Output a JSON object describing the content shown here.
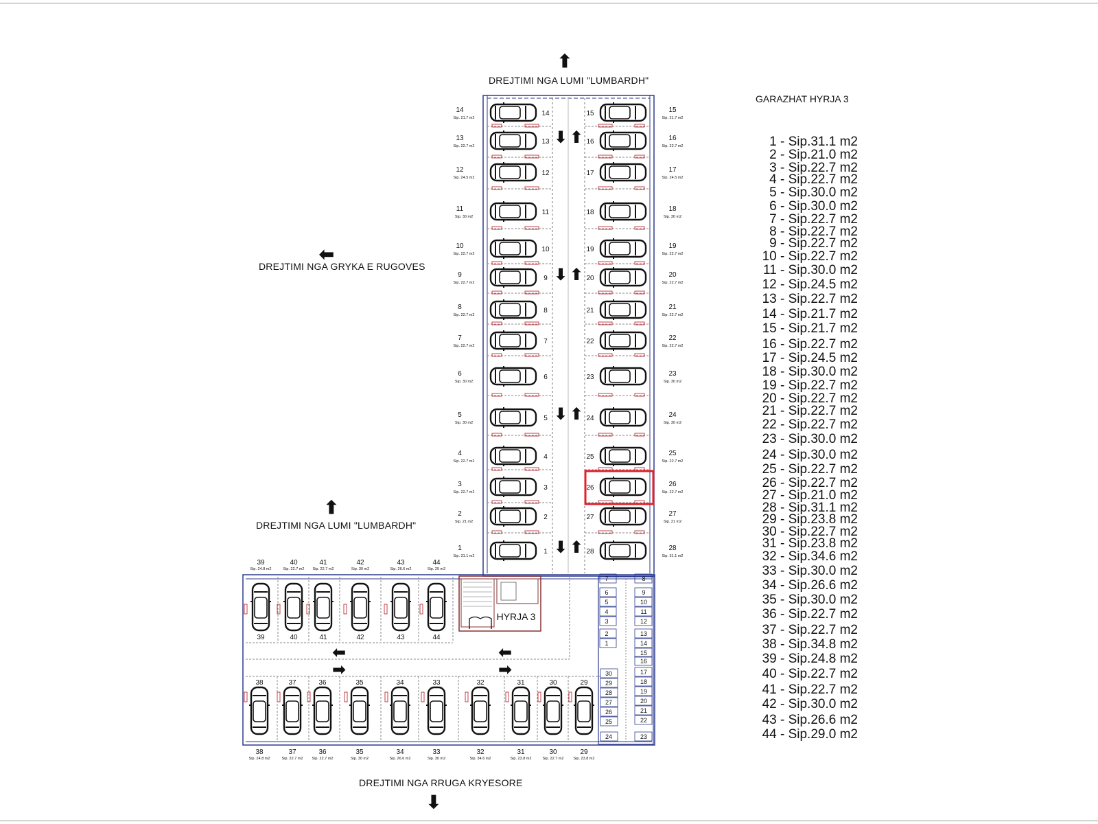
{
  "directions": {
    "top": "DREJTIMI NGA LUMI \"LUMBARDH\"",
    "left_top": "DREJTIMI NGA GRYKA E RUGOVES",
    "left_bottom": "DREJTIMI NGA LUMI \"LUMBARDH\"",
    "bottom": "DREJTIMI NGA RRUGA KRYESORE"
  },
  "entrance_label": "HYRJA 3",
  "legend": {
    "title": "GARAZHAT HYRJA 3",
    "items": [
      "1 - Sip.31.1 m2",
      "2 - Sip.21.0 m2",
      "3 - Sip.22.7 m2",
      "4 - Sip.22.7 m2",
      "5 - Sip.30.0 m2",
      "6 - Sip.30.0 m2",
      "7 - Sip.22.7 m2",
      "8 - Sip.22.7 m2",
      "9 - Sip.22.7 m2",
      "10 - Sip.22.7 m2",
      "11 - Sip.30.0 m2",
      "12 - Sip.24.5 m2",
      "13 - Sip.22.7 m2",
      "14 - Sip.21.7 m2",
      "15 - Sip.21.7 m2",
      "16 - Sip.22.7 m2",
      "17 - Sip.24.5 m2",
      "18 - Sip.30.0 m2",
      "19 - Sip.22.7 m2",
      "20 - Sip.22.7 m2",
      "21 - Sip.22.7 m2",
      "22 - Sip.22.7 m2",
      "23 - Sip.30.0 m2",
      "24 - Sip.30.0 m2",
      "25 - Sip.22.7 m2",
      "26 - Sip.22.7 m2",
      "27 - Sip.21.0 m2",
      "28 - Sip.31.1 m2",
      "29 - Sip.23.8 m2",
      "30 - Sip.22.7 m2",
      "31 - Sip.23.8 m2",
      "32 - Sip.34.6 m2",
      "33 - Sip.30.0 m2",
      "34 - Sip.26.6 m2",
      "35 - Sip.30.0 m2",
      "36 - Sip.22.7 m2",
      "37 - Sip.22.7 m2",
      "38 - Sip.34.8 m2",
      "39 - Sip.24.8 m2",
      "40 - Sip.22.7 m2",
      "41 - Sip.22.7 m2",
      "42 - Sip.30.0 m2",
      "43 - Sip.26.6 m2",
      "44 - Sip.29.0 m2"
    ]
  },
  "left_column": [
    {
      "num": "14",
      "area": "Sip. 21.7 m2"
    },
    {
      "num": "13",
      "area": "Sip. 22.7 m2"
    },
    {
      "num": "12",
      "area": "Sip. 24.5 m2"
    },
    {
      "num": "11",
      "area": "Sip. 30 m2"
    },
    {
      "num": "10",
      "area": "Sip. 22.7 m2"
    },
    {
      "num": "9",
      "area": "Sip. 22.7 m2"
    },
    {
      "num": "8",
      "area": "Sip. 22.7 m2"
    },
    {
      "num": "7",
      "area": "Sip. 22.7 m2"
    },
    {
      "num": "6",
      "area": "Sip. 30 m2"
    },
    {
      "num": "5",
      "area": "Sip. 30 m2"
    },
    {
      "num": "4",
      "area": "Sip. 22.7 m2"
    },
    {
      "num": "3",
      "area": "Sip. 22.7 m2"
    },
    {
      "num": "2",
      "area": "Sip. 21 m2"
    },
    {
      "num": "1",
      "area": "Sip. 31.1 m2"
    }
  ],
  "right_column": [
    {
      "num": "15",
      "area": "Sip. 21.7 m2"
    },
    {
      "num": "16",
      "area": "Sip. 22.7 m2"
    },
    {
      "num": "17",
      "area": "Sip. 24.5 m2"
    },
    {
      "num": "18",
      "area": "Sip. 30 m2"
    },
    {
      "num": "19",
      "area": "Sip. 22.7 m2"
    },
    {
      "num": "20",
      "area": "Sip. 22.7 m2"
    },
    {
      "num": "21",
      "area": "Sip. 22.7 m2"
    },
    {
      "num": "22",
      "area": "Sip. 22.7 m2"
    },
    {
      "num": "23",
      "area": "Sip. 30 m2"
    },
    {
      "num": "24",
      "area": "Sip. 30 m2"
    },
    {
      "num": "25",
      "area": "Sip. 22.7 m2"
    },
    {
      "num": "26",
      "area": "Sip. 22.7 m2"
    },
    {
      "num": "27",
      "area": "Sip. 21 m2"
    },
    {
      "num": "28",
      "area": "Sip. 31.1 m2"
    }
  ],
  "bottom_top_row": [
    {
      "num": "39",
      "area": "Sip. 24.8 m2"
    },
    {
      "num": "40",
      "area": "Sip. 22.7 m2"
    },
    {
      "num": "41",
      "area": "Sip. 22.7 m2"
    },
    {
      "num": "42",
      "area": "Sip. 30 m2"
    },
    {
      "num": "43",
      "area": "Sip. 26.6 m2"
    },
    {
      "num": "44",
      "area": "Sip. 29 m2"
    }
  ],
  "bottom_row": [
    {
      "num": "38",
      "area": "Sip. 24.8 m2"
    },
    {
      "num": "37",
      "area": "Sip. 22.7 m2"
    },
    {
      "num": "36",
      "area": "Sip. 22.7 m2"
    },
    {
      "num": "35",
      "area": "Sip. 30 m2"
    },
    {
      "num": "34",
      "area": "Sip. 26.6 m2"
    },
    {
      "num": "33",
      "area": "Sip. 30 m2"
    },
    {
      "num": "32",
      "area": "Sip. 34.6 m2"
    },
    {
      "num": "31",
      "area": "Sip. 23.8 m2"
    },
    {
      "num": "30",
      "area": "Sip. 22.7 m2"
    },
    {
      "num": "29",
      "area": "Sip. 23.8 m2"
    }
  ],
  "storage_left": [
    "7",
    "6",
    "5",
    "4",
    "3",
    "2",
    "1"
  ],
  "storage_right": [
    "8",
    "9",
    "10",
    "11",
    "12",
    "13",
    "14",
    "15",
    "16",
    "17",
    "18",
    "19",
    "20",
    "21",
    "22",
    "23"
  ],
  "storage_lower_left": [
    "30",
    "29",
    "28",
    "27",
    "26",
    "25",
    "24"
  ],
  "highlighted_spot": "26",
  "colors": {
    "highlight": "#e0202a",
    "wall": "#2b3a8c",
    "marker": "#c0404a"
  }
}
